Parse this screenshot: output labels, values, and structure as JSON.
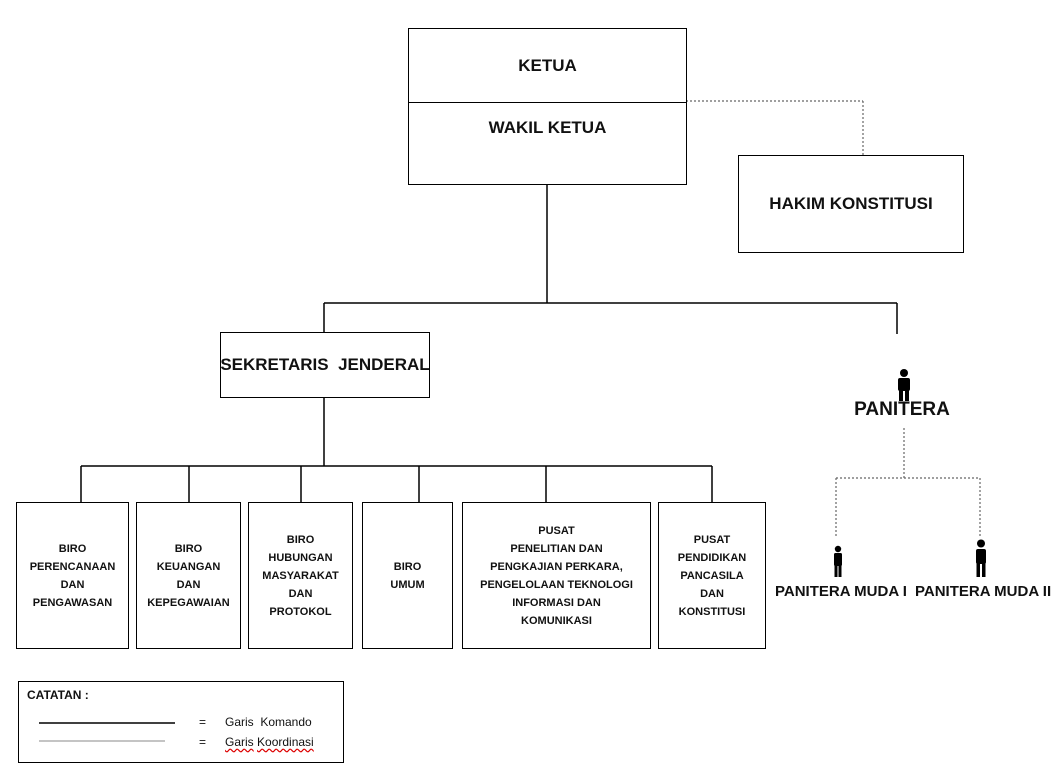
{
  "ketua": "KETUA",
  "wakil_ketua": "WAKIL KETUA",
  "hakim_konstitusi": "HAKIM KONSTITUSI",
  "sekretaris_jenderal": "SEKRETARIS  JENDERAL",
  "panitera": "PANITERA",
  "panitera_muda_1": "PANITERA MUDA I",
  "panitera_muda_2": "PANITERA MUDA II",
  "units": [
    "BIRO\nPERENCANAAN\nDAN\nPENGAWASAN",
    "BIRO\nKEUANGAN\nDAN\nKEPEGAWAIAN",
    "BIRO\nHUBUNGAN\nMASYARAKAT\nDAN\nPROTOKOL",
    "BIRO\nUMUM",
    "PUSAT\nPENELITIAN  DAN\nPENGKAJIAN PERKARA,\nPENGELOLAAN  TEKNOLOGI\nINFORMASI  DAN\nKOMUNIKASI",
    "PUSAT\nPENDIDIKAN\nPANCASILA\nDAN\nKONSTITUSI"
  ],
  "legend": {
    "title": "CATATAN  :",
    "eq": "=",
    "komando": "Garis  Komando",
    "koordinasi_1": "Garis",
    "koordinasi_2": "Koordinasi"
  }
}
